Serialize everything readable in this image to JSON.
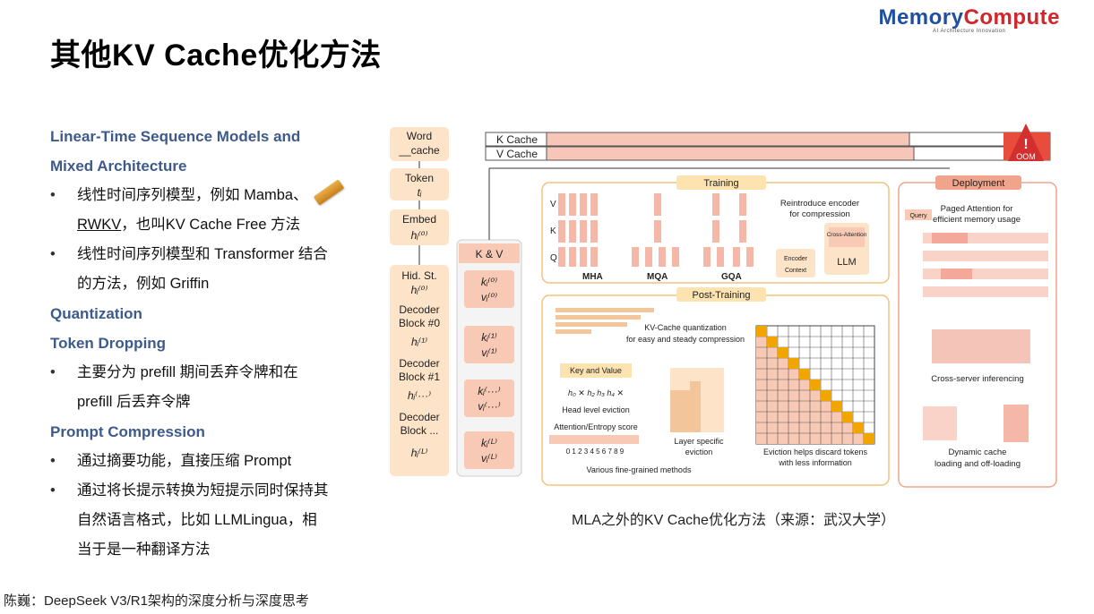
{
  "title": "其他KV Cache优化方法",
  "logo": {
    "part1": "Memory",
    "part2": "Compute",
    "tagline": "AI Architecture Innovation"
  },
  "left": {
    "h1a": "Linear-Time Sequence Models and",
    "h1b": "Mixed Architecture",
    "b1a": "线性时间序列模型，例如 Mamba、",
    "b1b": "RWKV",
    "b1c": "，也叫KV Cache Free 方法",
    "b2a": "线性时间序列模型和 Transformer 结合",
    "b2b": "的方法，例如 Griffin",
    "h2": "Quantization",
    "h3": "Token Dropping",
    "b3a": "主要分为 prefill 期间丢弃令牌和在",
    "b3b": "prefill 后丢弃令牌",
    "h4": "Prompt Compression",
    "b4": "通过摘要功能，直接压缩 Prompt",
    "b5a": "通过将长提示转换为短提示同时保持其",
    "b5b": "自然语言格式，比如 LLMLingua，相",
    "b5c": "当于是一种翻译方法"
  },
  "caption": "MLA之外的KV Cache优化方法（来源：武汉大学）",
  "footer": "陈巍：DeepSeek V3/R1架构的深度分析与深度思考",
  "figure": {
    "word": "Word",
    "cache_word": "__cache",
    "token": "Token",
    "embed": "Embed",
    "hid": "Hid. St.",
    "dec0a": "Decoder",
    "dec0b": "Block #0",
    "dec1a": "Decoder",
    "dec1b": "Block #1",
    "dec2a": "Decoder",
    "dec2b": "Block ...",
    "kv": "K & V",
    "kcache": "K Cache",
    "vcache": "V Cache",
    "oom": "OOM",
    "training": "Training",
    "deployment": "Deployment",
    "posttraining": "Post-Training",
    "mha": "MHA",
    "mqa": "MQA",
    "gqa": "GQA",
    "reintro1": "Reintroduce encoder",
    "reintro2": "for compression",
    "crossatt": "Cross-Attention",
    "llm": "LLM",
    "encoder": "Encoder",
    "context": "Context",
    "paged1": "Paged Attention for",
    "paged2": "efficient memory usage",
    "query": "Query",
    "quant1": "KV-Cache quantization",
    "quant2": "for easy and steady compression",
    "keyval": "Key and Value",
    "headevict": "Head level eviction",
    "attn": "Attention/Entropy score",
    "layer1": "Layer specific",
    "layer2": "eviction",
    "evict1": "Eviction helps discard tokens",
    "evict2": "with less information",
    "various": "Various fine-grained methods",
    "cross": "Cross-server inferencing",
    "dyn1": "Dynamic cache",
    "dyn2": "loading and off-loading",
    "axis": "0 1 2 3 4 5 6 7 8 9"
  }
}
